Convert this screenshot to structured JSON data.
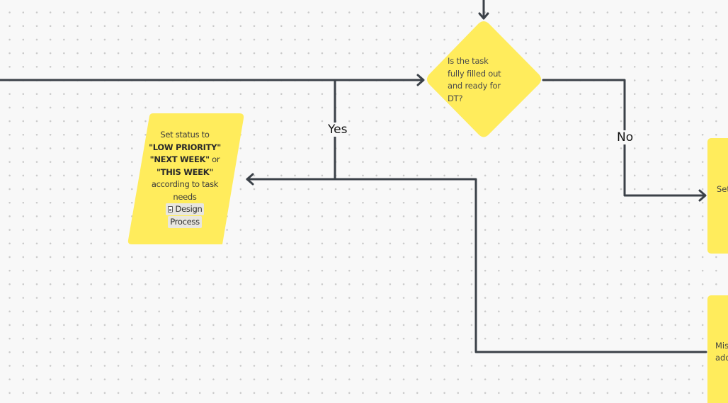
{
  "decision": {
    "lines": [
      "Is the task",
      "fully filled out",
      "and ready for",
      "DT?"
    ]
  },
  "parallelogram": {
    "line1": "Set status to",
    "low_priority": "\"LOW PRIORITY\"",
    "next_week": "\"NEXT WEEK\"",
    "or_word": " or",
    "this_week": "\"THIS WEEK\"",
    "line5": "according to task",
    "line6": "needs",
    "chip_line1": "Design",
    "chip_line2": "Process",
    "chip_icon": "document-icon"
  },
  "edge_labels": {
    "yes": "Yes",
    "no": "No"
  },
  "right_nodes": {
    "top_fragment": "Set",
    "bottom_fragment_line1": "Mis",
    "bottom_fragment_line2": "add"
  },
  "colors": {
    "sticky_yellow": "#ffec5c",
    "connector": "#3b4148",
    "background": "#f8f8f8"
  }
}
